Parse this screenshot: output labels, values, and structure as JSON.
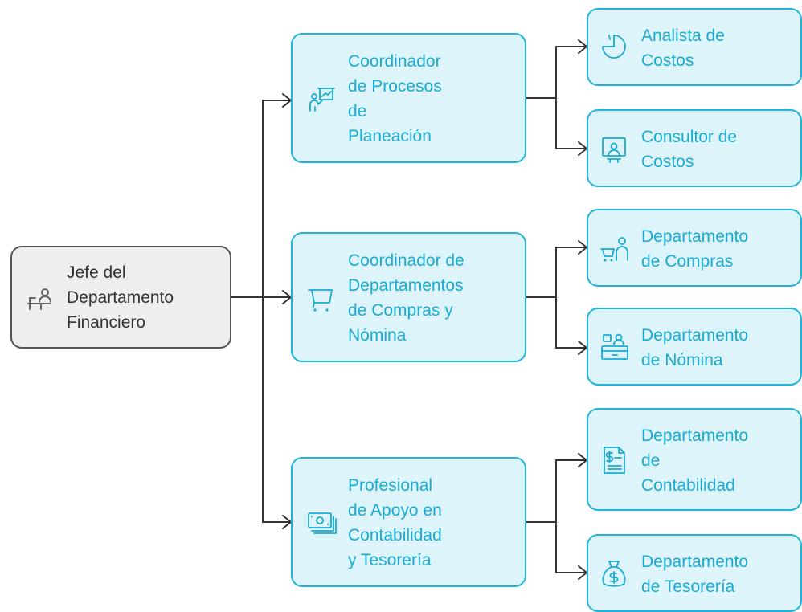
{
  "colors": {
    "root_fill": "#eeeeee",
    "root_stroke": "#555555",
    "node_fill": "#ddf4fa",
    "node_stroke": "#1fb4dc",
    "text_accent": "#19abd3",
    "connector": "#333333"
  },
  "root": {
    "label": "Jefe del\nDepartamento\nFinanciero",
    "icon": "manager-desk-icon"
  },
  "coordinators": [
    {
      "label": "Coordinador\nde Procesos\nde\nPlaneación",
      "icon": "presentation-planning-icon",
      "children": [
        {
          "label": "Analista de\nCostos",
          "icon": "pie-chart-icon"
        },
        {
          "label": "Consultor de\nCostos",
          "icon": "consultant-icon"
        }
      ]
    },
    {
      "label": "Coordinador de\nDepartamentos\nde Compras y\nNómina",
      "icon": "shopping-cart-icon",
      "children": [
        {
          "label": "Departamento\nde Compras",
          "icon": "shopper-cart-icon"
        },
        {
          "label": "Departamento\nde Nómina",
          "icon": "payroll-register-icon"
        }
      ]
    },
    {
      "label": "Profesional\nde Apoyo en\nContabilidad\ny Tesorería",
      "icon": "cash-stack-icon",
      "children": [
        {
          "label": "Departamento\nde\nContabilidad",
          "icon": "invoice-document-icon"
        },
        {
          "label": "Departamento\nde Tesorería",
          "icon": "money-bag-icon"
        }
      ]
    }
  ]
}
